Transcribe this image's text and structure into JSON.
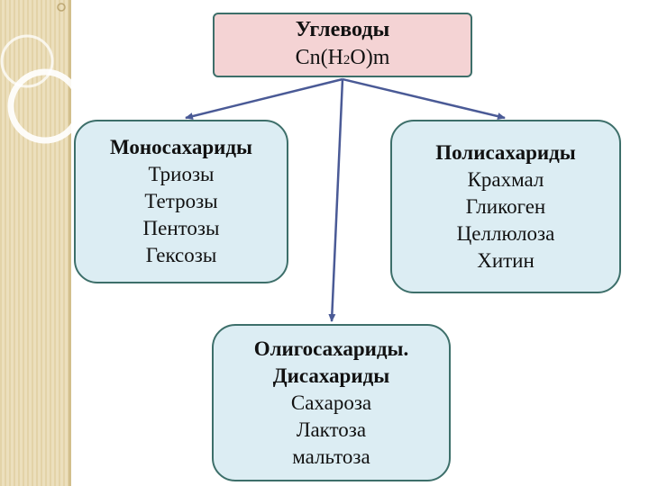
{
  "colors": {
    "root_fill": "#f4d3d4",
    "leaf_fill": "#dcedf3",
    "box_border": "#3d6f6a",
    "arrow": "#4a5a96",
    "decor_stripe": "#e3d3a8"
  },
  "root": {
    "title": "Углеводы",
    "formula_prefix": "Cn(H",
    "formula_subscript": "2",
    "formula_suffix": "O)m"
  },
  "monosaccharides": {
    "title": "Моносахариды",
    "items": [
      "Триозы",
      "Тетрозы",
      "Пентозы",
      "Гексозы"
    ]
  },
  "polysaccharides": {
    "title": "Полисахариды",
    "items": [
      "Крахмал",
      "Гликоген",
      "Целлюлоза",
      "Хитин"
    ]
  },
  "oligosaccharides": {
    "title_line1": "Олигосахариды.",
    "title_line2": "Дисахариды",
    "items": [
      "Сахароза",
      "Лактоза",
      "мальтоза"
    ]
  }
}
